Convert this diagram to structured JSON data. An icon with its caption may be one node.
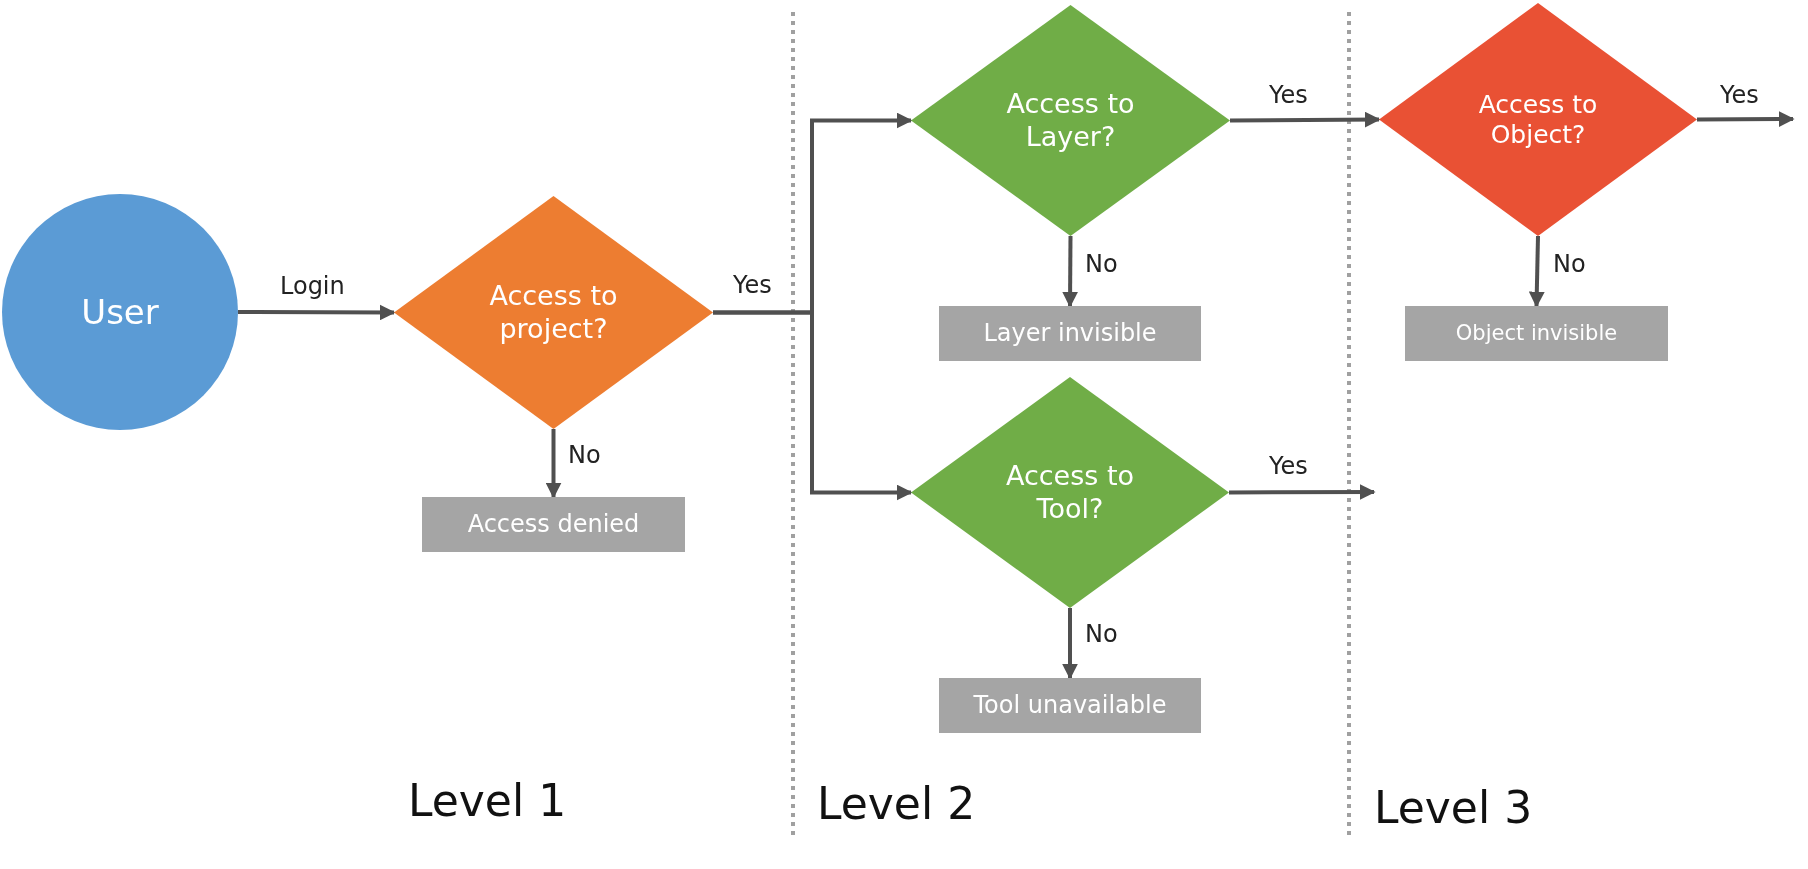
{
  "diagram": {
    "nodes": [
      {
        "text": [
          "User"
        ]
      },
      {
        "text": [
          "Access to project?"
        ]
      },
      {
        "text": [
          "Access denied"
        ]
      },
      {
        "text": [
          "Access to Layer?"
        ]
      },
      {
        "text": [
          "Layer invisible"
        ]
      },
      {
        "text": [
          "Access to Object?"
        ]
      },
      {
        "text": [
          "Object invisible"
        ]
      },
      {
        "text": [
          "Access to Tool?"
        ]
      },
      {
        "text": [
          "Tool unavailable"
        ]
      }
    ],
    "edges": [
      {
        "from": 0,
        "to": 1,
        "arrow": "to",
        "label": "Login"
      },
      {
        "from": 1,
        "to": 2,
        "arrow": "to",
        "label": "No"
      },
      {
        "from": 1,
        "to": 3,
        "arrow": "to",
        "label": "Yes"
      },
      {
        "from": 1,
        "to": 7,
        "arrow": "to"
      },
      {
        "from": 3,
        "to": 4,
        "arrow": "to",
        "label": "No"
      },
      {
        "from": 3,
        "to": 5,
        "arrow": "to",
        "label": "Yes"
      },
      {
        "from": 5,
        "to": 6,
        "arrow": "to",
        "label": "No"
      },
      {
        "from": 5,
        "to": null,
        "arrow": "to",
        "label": "Yes"
      },
      {
        "from": 7,
        "to": 8,
        "arrow": "to",
        "label": "No"
      },
      {
        "from": 7,
        "to": null,
        "arrow": "to",
        "label": "Yes"
      }
    ],
    "labels": [
      "Level 1",
      "Level 2",
      "Level 3"
    ]
  }
}
